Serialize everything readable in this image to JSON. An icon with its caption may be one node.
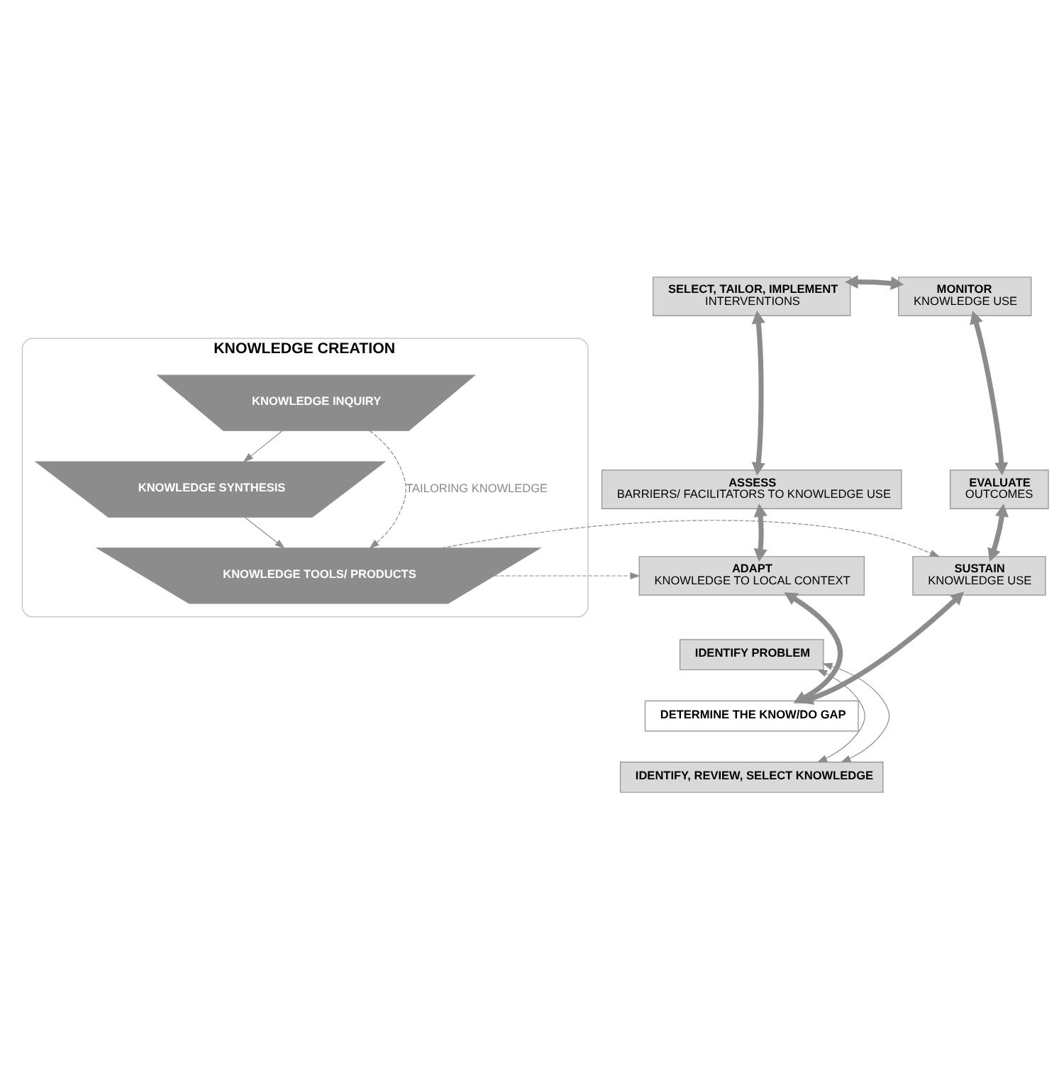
{
  "diagram": {
    "nodes": [
      {
        "text": [
          "SELECT, TAILOR, IMPLEMENT",
          "INTERVENTIONS"
        ]
      },
      {
        "text": [
          "MONITOR",
          "KNOWLEDGE USE"
        ]
      },
      {
        "text": [
          "EVALUATE",
          "OUTCOMES"
        ]
      },
      {
        "text": [
          "SUSTAIN",
          "KNOWLEDGE USE"
        ]
      },
      {
        "text": [
          "IDENTIFY PROBLEM"
        ]
      },
      {
        "text": [
          "DETERMINE THE KNOW/DO GAP"
        ]
      },
      {
        "text": [
          "IDENTIFY, REVIEW, SELECT KNOWLEDGE"
        ]
      },
      {
        "text": [
          "ADAPT",
          "KNOWLEDGE TO LOCAL CONTEXT"
        ]
      },
      {
        "text": [
          "ASSESS",
          "BARRIERS/ FACILITATORS TO KNOWLEDGE USE"
        ]
      },
      {
        "text": [
          "KNOWLEDGE CREATION"
        ]
      },
      {
        "text": [
          "KNOWLEDGE INQUIRY"
        ],
        "in": 9
      },
      {
        "text": [
          "KNOWLEDGE SYNTHESIS"
        ],
        "in": 9
      },
      {
        "text": [
          "KNOWLEDGE TOOLS/ PRODUCTS"
        ],
        "in": 9
      }
    ],
    "edges": [
      {
        "from": 0,
        "to": 1,
        "arrow": "both",
        "style": "thick"
      },
      {
        "from": 1,
        "to": 2,
        "arrow": "both",
        "style": "thick"
      },
      {
        "from": 2,
        "to": 3,
        "arrow": "both",
        "style": "thick"
      },
      {
        "from": 3,
        "to": 5,
        "arrow": "both",
        "style": "thick"
      },
      {
        "from": 5,
        "to": 7,
        "arrow": "both",
        "style": "thick"
      },
      {
        "from": 7,
        "to": 8,
        "arrow": "both",
        "style": "thick"
      },
      {
        "from": 8,
        "to": 0,
        "arrow": "both",
        "style": "thick"
      },
      {
        "from": 10,
        "to": 11,
        "arrow": "to"
      },
      {
        "from": 11,
        "to": 12,
        "arrow": "to"
      },
      {
        "from": 10,
        "to": 12,
        "arrow": "to",
        "style": "dashed",
        "label": "TAILORING KNOWLEDGE"
      },
      {
        "from": 12,
        "to": 7,
        "arrow": "to",
        "style": "dashed"
      },
      {
        "from": 12,
        "to": 3,
        "arrow": "to",
        "style": "dashed"
      },
      {
        "from": 4,
        "to": 6,
        "arrow": "both"
      },
      {
        "from": 4,
        "to": 6,
        "arrow": "both"
      }
    ]
  }
}
